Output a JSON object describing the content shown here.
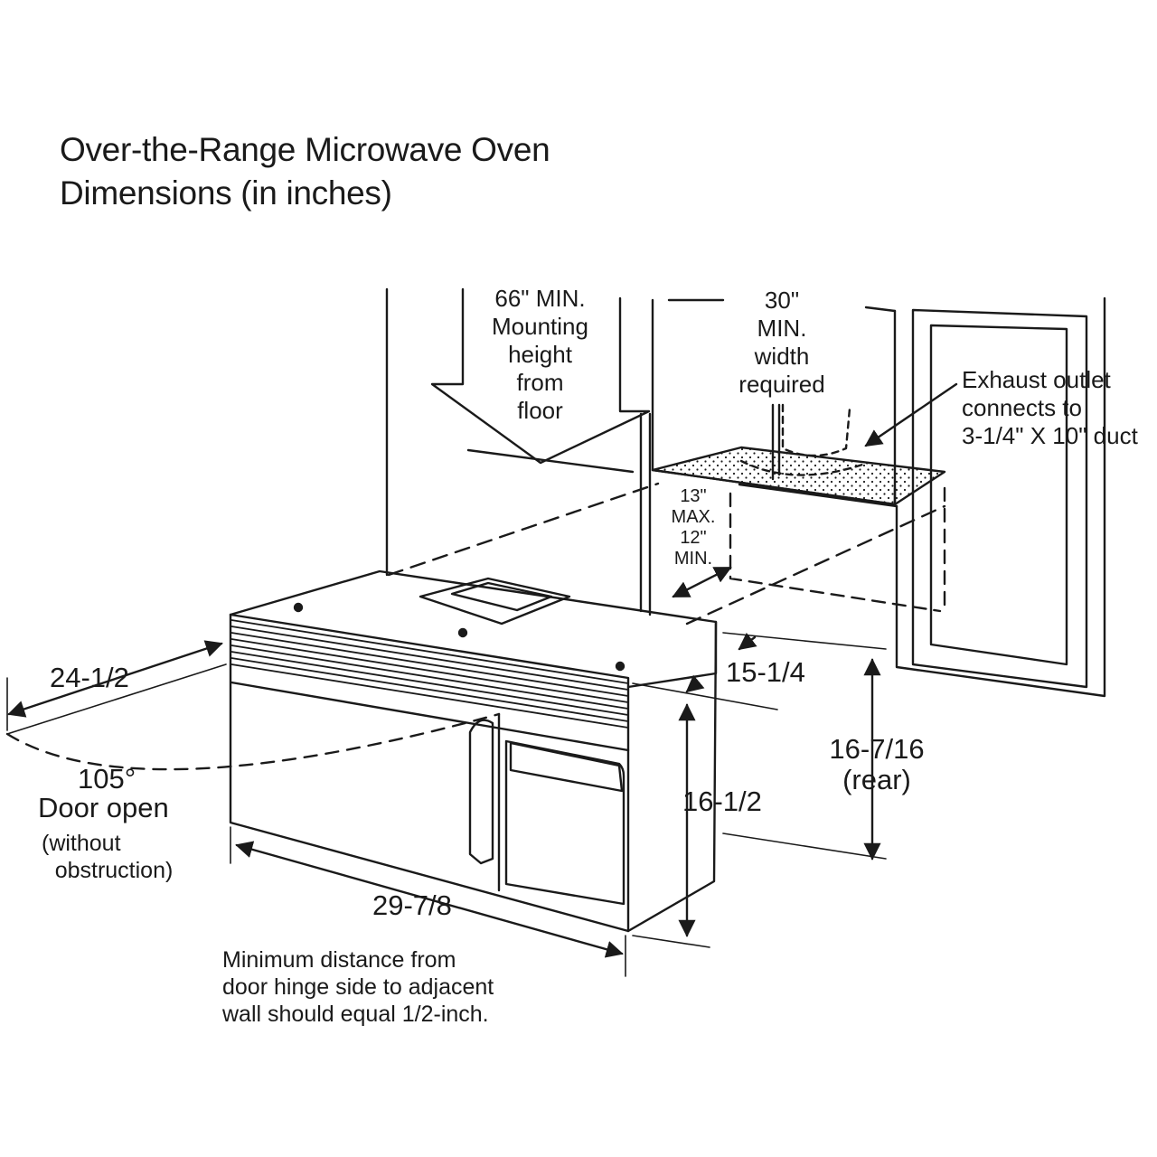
{
  "title": {
    "line1": "Over-the-Range Microwave Oven",
    "line2": "Dimensions (in inches)"
  },
  "labels": {
    "mounting_height": [
      "66\" MIN.",
      "Mounting",
      "height",
      "from",
      "floor"
    ],
    "min_width": [
      "30\"",
      "MIN.",
      "width",
      "required"
    ],
    "exhaust": [
      "Exhaust outlet",
      "connects to",
      "3-1/4\" X 10\" duct"
    ],
    "gap": [
      "13\"",
      "MAX.",
      "12\"",
      "MIN."
    ],
    "depth_door": "24-1/2",
    "depth": "15-1/4",
    "rear_height": [
      "16-7/16",
      "(rear)"
    ],
    "door_angle": "105°",
    "door_open": "Door open",
    "door_note": [
      "(without",
      "obstruction)"
    ],
    "height": "16-1/2",
    "width": "29-7/8",
    "note": [
      "Minimum distance from",
      "door hinge side to adjacent",
      "wall should equal 1/2-inch."
    ]
  },
  "colors": {
    "ink": "#1a1a1a",
    "background": "#ffffff"
  }
}
